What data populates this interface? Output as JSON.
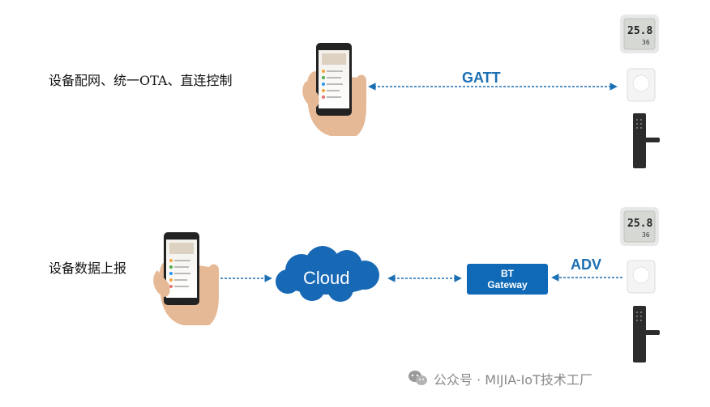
{
  "labels": {
    "top": "设备配网、统一OTA、直连控制",
    "bottom": "设备数据上报"
  },
  "protocols": {
    "gatt": "GATT",
    "adv": "ADV"
  },
  "cloud": {
    "label": "Cloud"
  },
  "gateway": {
    "line1": "BT",
    "line2": "Gateway"
  },
  "devices": {
    "thermo_top": "25.8",
    "thermo_top_sub": "36",
    "thermo_bottom": "25.8",
    "thermo_bottom_sub": "36"
  },
  "footer": {
    "text": "公众号 · MIJIA-IoT技术工厂"
  },
  "colors": {
    "arrow": "#1b6fb3",
    "accent": "#0f69b6",
    "cloud": "#1768b5"
  },
  "icons": {
    "phone": "phone-in-hand-icon",
    "thermometer": "thermometer-icon",
    "sensor": "motion-sensor-icon",
    "lock": "door-lock-icon",
    "wechat": "wechat-icon"
  }
}
